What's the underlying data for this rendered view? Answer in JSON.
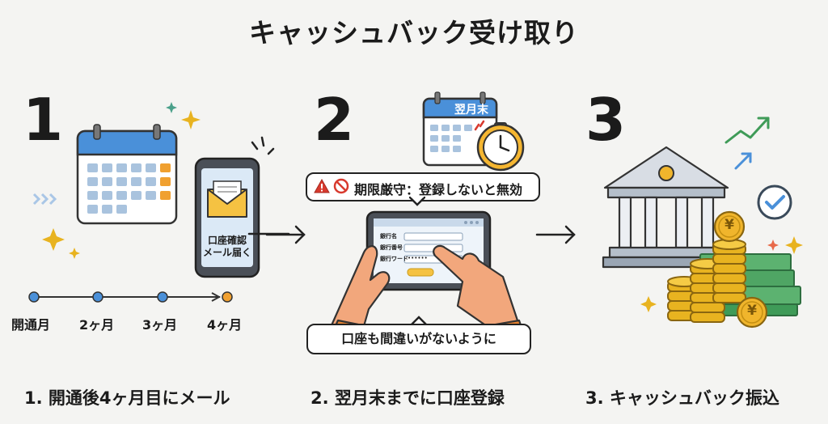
{
  "title": "キャッシュバック受け取り",
  "steps": [
    {
      "number": "1",
      "caption": "1. 開通後4ヶ月目にメール",
      "phone_text_line1": "口座確認",
      "phone_text_line2": "メール届く",
      "timeline": [
        "開通月",
        "2ヶ月",
        "3ヶ月",
        "4ヶ月"
      ]
    },
    {
      "number": "2",
      "caption": "2. 翌月末までに口座登録",
      "calendar_label": "翌月末",
      "warning": "期限厳守：登録しないと無効",
      "form_fields": [
        "銀行名",
        "銀行番号",
        "銀行ワード"
      ],
      "password_mask": "••••••",
      "note": "口座も間違いがないように"
    },
    {
      "number": "3",
      "caption": "3. キャッシュバック振込",
      "coin_symbol": "¥"
    }
  ],
  "colors": {
    "calendar_blue": "#4a90d9",
    "accent_orange": "#f0a030",
    "warning_red": "#d83a2e",
    "money_green": "#3f9b58",
    "coin_gold": "#e8b320"
  }
}
